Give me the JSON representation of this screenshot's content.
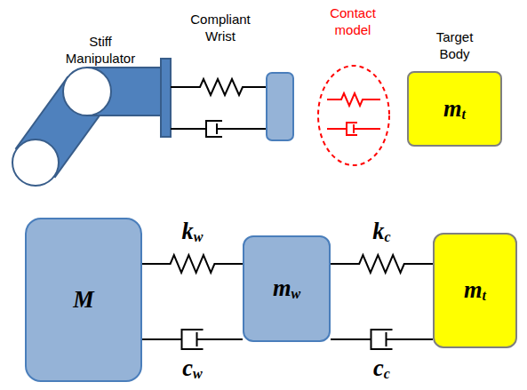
{
  "diagram": {
    "nodes": [
      {
        "text": [
          "Target Body",
          "mt"
        ]
      },
      {
        "text": [
          "M"
        ]
      },
      {
        "text": [
          "mw"
        ]
      },
      {
        "text": [
          "mt"
        ]
      }
    ],
    "edges": [
      {
        "from": 1,
        "to": 2,
        "arrow": "none",
        "label": "kw"
      },
      {
        "from": 1,
        "to": 2,
        "arrow": "none",
        "label": "cw"
      },
      {
        "from": 2,
        "to": 3,
        "arrow": "none",
        "label": "kc"
      },
      {
        "from": 2,
        "to": 3,
        "arrow": "none",
        "label": "cc"
      }
    ],
    "labels": [
      "Stiff Manipulator",
      "Compliant Wrist",
      "Contact model"
    ]
  }
}
